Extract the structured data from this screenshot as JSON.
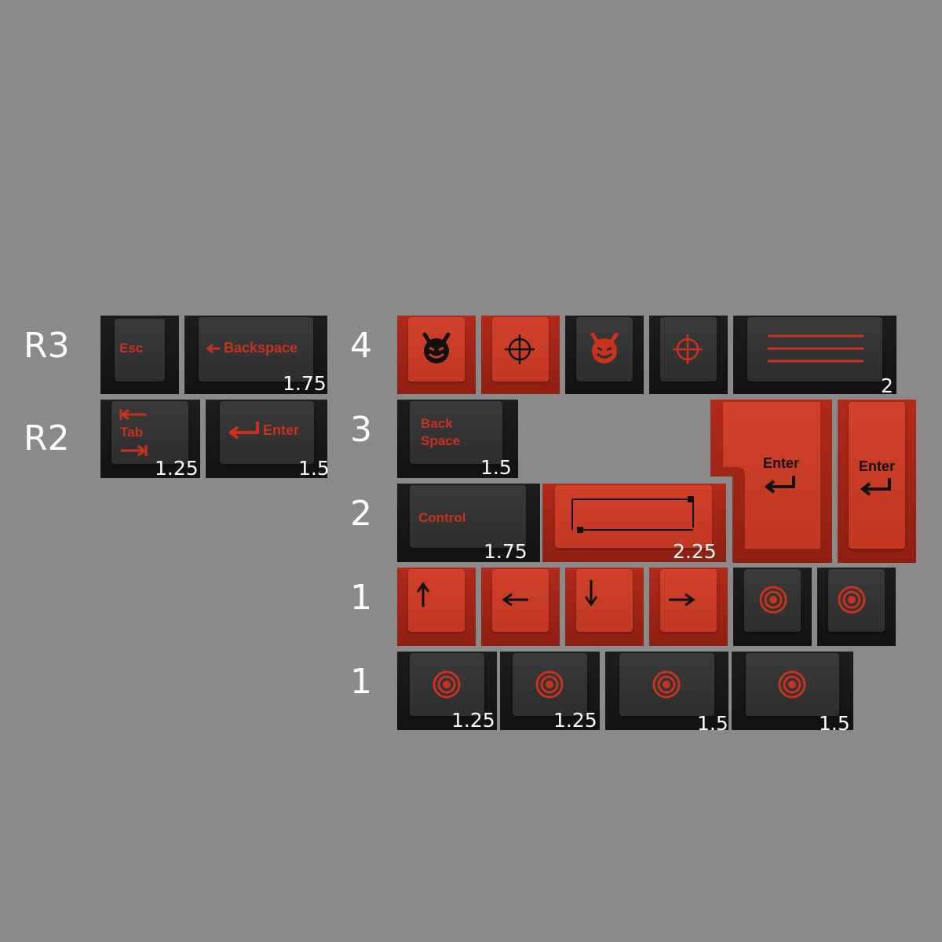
{
  "colors": {
    "background": "#8a8a8a",
    "black_key": "#2e2e2e",
    "red_key": "#c23823",
    "legend_red": "#c8321f",
    "legend_black": "#111111",
    "size_text": "#ffffff"
  },
  "row_labels": {
    "r3": "R3",
    "r2": "R2",
    "row4": "4",
    "row3": "3",
    "row2": "2",
    "row1a": "1",
    "row1b": "1"
  },
  "keys": {
    "esc": {
      "label": "Esc"
    },
    "backspace": {
      "label": "Backspace",
      "icon": "arrow-left-icon",
      "size": "1.75"
    },
    "tab": {
      "label": "Tab",
      "icon": "tab-arrows-icon",
      "size": "1.25"
    },
    "enter_r2": {
      "label": "Enter",
      "icon": "return-arrow-icon",
      "size": "1.5"
    },
    "devil_red": {
      "icon": "devil-face-icon"
    },
    "crosshair_red": {
      "icon": "crosshair-icon"
    },
    "devil_black": {
      "icon": "devil-face-icon"
    },
    "crosshair_black": {
      "icon": "crosshair-icon"
    },
    "lines_key": {
      "icon": "three-lines-icon",
      "size": "2"
    },
    "back_space": {
      "label_line1": "Back",
      "label_line2": "Space",
      "size": "1.5"
    },
    "control": {
      "label": "Control",
      "size": "1.75"
    },
    "bracket_key": {
      "icon": "bracket-frame-icon",
      "size": "2.25"
    },
    "iso_enter": {
      "label": "Enter",
      "icon": "return-arrow-icon"
    },
    "tall_enter": {
      "label": "Enter",
      "icon": "return-arrow-icon"
    },
    "arrow_up": {
      "icon": "arrow-up-icon"
    },
    "arrow_left": {
      "icon": "arrow-left-icon"
    },
    "arrow_down": {
      "icon": "arrow-down-icon"
    },
    "arrow_right": {
      "icon": "arrow-right-icon"
    },
    "target_1": {
      "icon": "target-rings-icon"
    },
    "target_2": {
      "icon": "target-rings-icon"
    },
    "mod_1": {
      "icon": "target-rings-icon",
      "size": "1.25"
    },
    "mod_2": {
      "icon": "target-rings-icon",
      "size": "1.25"
    },
    "mod_3": {
      "icon": "target-rings-icon",
      "size": "1.5"
    },
    "mod_4": {
      "icon": "target-rings-icon",
      "size": "1.5"
    }
  }
}
